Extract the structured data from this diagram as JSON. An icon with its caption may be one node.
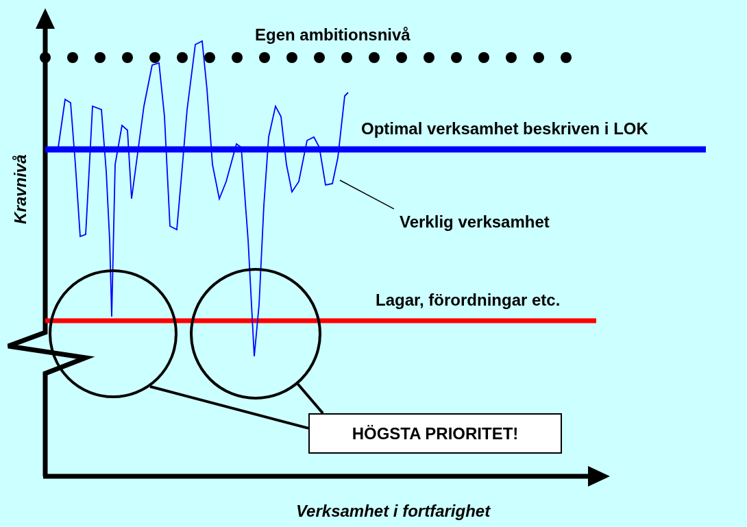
{
  "diagram": {
    "nodes": [
      {
        "text": [],
        "shape": "circle"
      },
      {
        "text": [],
        "shape": "circle"
      },
      {
        "text": [
          "HÖGSTA PRIORITET!"
        ]
      },
      {
        "text": [
          "Verklig verksamhet"
        ]
      },
      {
        "text": [],
        "shape": "line"
      }
    ],
    "edges": [
      {
        "from": 0,
        "to": 2,
        "arrow": "none"
      },
      {
        "from": 1,
        "to": 2,
        "arrow": "none"
      },
      {
        "from": 3,
        "to": 4,
        "arrow": "none"
      }
    ],
    "labels": [
      "Egen ambitionsnivå",
      "Optimal verksamhet beskriven i LOK",
      "Lagar, förordningar etc.",
      "Kravnivå",
      "Verksamhet i fortfarighet"
    ]
  }
}
